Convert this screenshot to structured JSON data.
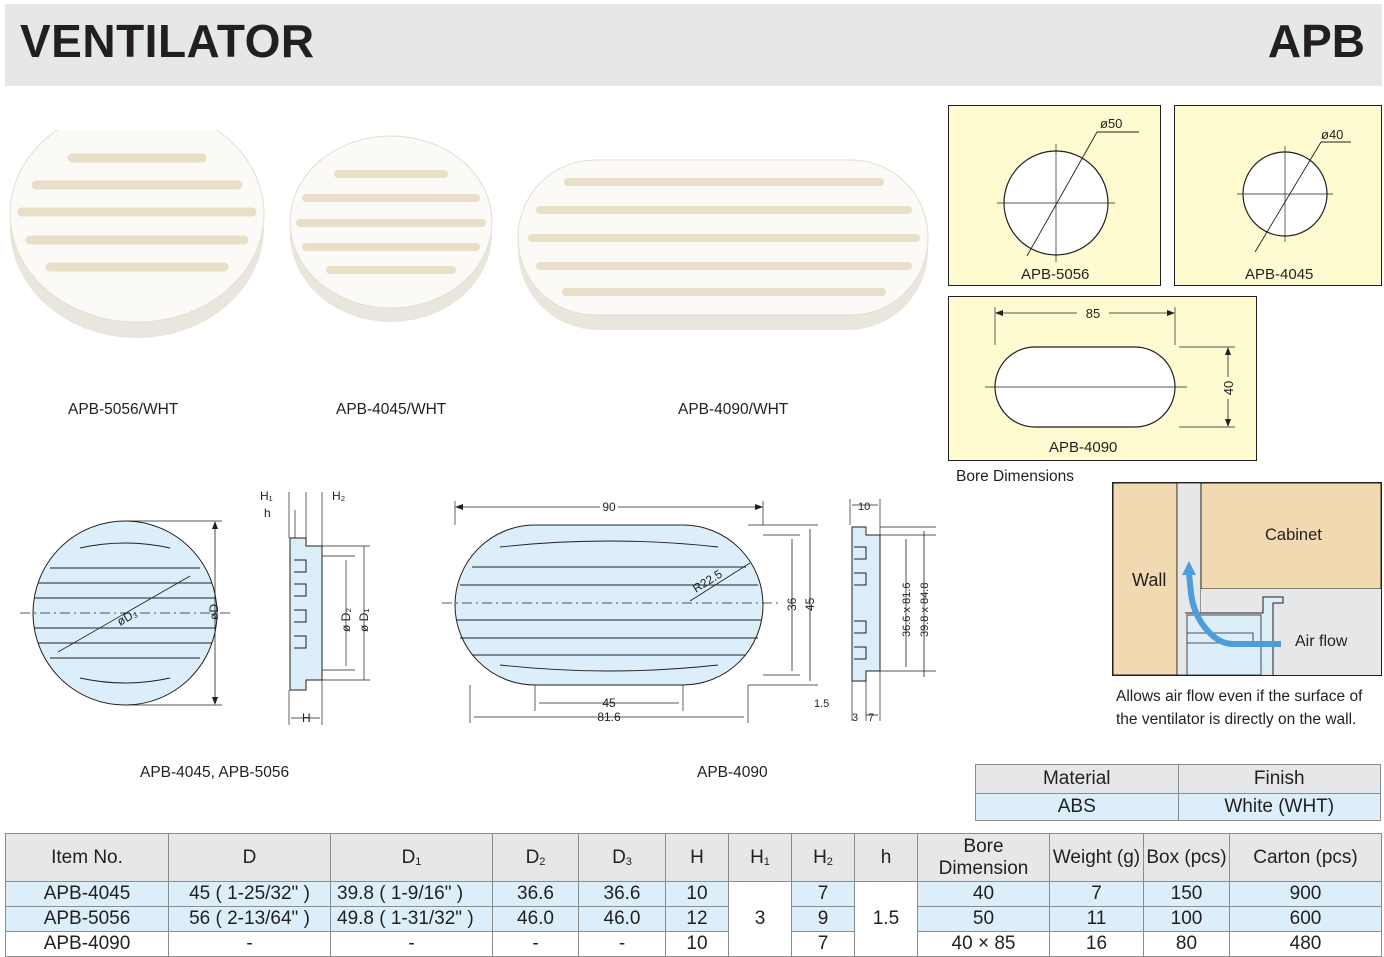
{
  "header": {
    "title": "VENTILATOR",
    "code": "APB"
  },
  "products": [
    {
      "label": "APB-5056/WHT"
    },
    {
      "label": "APB-4045/WHT"
    },
    {
      "label": "APB-4090/WHT"
    }
  ],
  "bore": {
    "panel_5056": {
      "dia": "ø50",
      "label": "APB-5056"
    },
    "panel_4045": {
      "dia": "ø40",
      "label": "APB-4045"
    },
    "panel_4090": {
      "width": "85",
      "height": "40",
      "label": "APB-4090"
    },
    "caption": "Bore Dimensions"
  },
  "airflow": {
    "cabinet": "Cabinet",
    "wall": "Wall",
    "airflow": "Air flow",
    "note": "Allows air flow even if the surface of the ventilator is directly on the wall."
  },
  "drawings": {
    "round": {
      "caption": "APB-4045, APB-5056",
      "h1": "H₁",
      "h2": "H₂",
      "h": "h",
      "H": "H",
      "D": "øD",
      "D1": "ø D₁",
      "D2": "ø D₂",
      "D3": "øD₃"
    },
    "oval": {
      "caption": "APB-4090",
      "w90": "90",
      "r": "R22.5",
      "h36": "36",
      "h45": "45",
      "w45": "45",
      "w816": "81.6",
      "s10": "10",
      "s366": "36.6 x 81.6",
      "s398": "39.8 x 84.8",
      "s15": "1.5",
      "s3": "3",
      "s7": "7"
    }
  },
  "material_table": {
    "headers": [
      "Material",
      "Finish"
    ],
    "row": [
      "ABS",
      "White (WHT)"
    ]
  },
  "spec_table": {
    "headers": {
      "item": "Item No.",
      "D": "D",
      "D1": "D",
      "D1_sub": "1",
      "D2": "D",
      "D2_sub": "2",
      "D3": "D",
      "D3_sub": "3",
      "H": "H",
      "H1": "H",
      "H1_sub": "1",
      "H2": "H",
      "H2_sub": "2",
      "h": "h",
      "bore1": "Bore",
      "bore2": "Dimension",
      "weight": "Weight (g)",
      "box": "Box (pcs)",
      "carton": "Carton (pcs)"
    },
    "rows": [
      {
        "item": "APB-4045",
        "D": "45 (  1-25/32\" )",
        "D1": "39.8 (  1-9/16\"  )",
        "D2": "36.6",
        "D3": "36.6",
        "H": "10",
        "H2": "7",
        "bore": "40",
        "weight": "7",
        "box": "150",
        "carton": "900"
      },
      {
        "item": "APB-5056",
        "D": "56 (  2-13/64\" )",
        "D1": "49.8 (  1-31/32\" )",
        "D2": "46.0",
        "D3": "46.0",
        "H": "12",
        "H2": "9",
        "bore": "50",
        "weight": "11",
        "box": "100",
        "carton": "600"
      },
      {
        "item": "APB-4090",
        "D": "-",
        "D1": "-",
        "D2": "-",
        "D3": "-",
        "H": "10",
        "H2": "7",
        "bore": "40 × 85",
        "weight": "16",
        "box": "80",
        "carton": "480"
      }
    ],
    "shared": {
      "H1": "3",
      "h": "1.5"
    }
  }
}
